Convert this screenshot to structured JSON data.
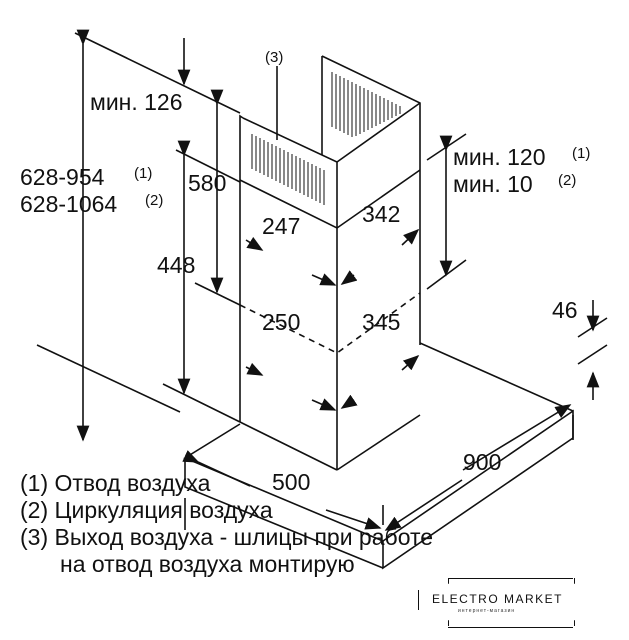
{
  "dimensions": {
    "total_height_1": "628-954",
    "total_height_2": "628-1064",
    "sup1": "(1)",
    "sup2": "(2)",
    "min_126": "мин. 126",
    "upper_580": "580",
    "lower_448": "448",
    "upper_width": "247",
    "upper_depth": "342",
    "lower_width": "250",
    "lower_depth": "345",
    "min_120": "мин. 120",
    "min_10": "мин. 10",
    "canopy_height": "46",
    "canopy_depth": "500",
    "canopy_width": "900",
    "callout_3": "(3)"
  },
  "legend": [
    "(1) Отвод воздуха",
    "(2) Циркуляция воздуха",
    "(3) Выход воздуха - шлицы при работе",
    "на отвод воздуха монтирую"
  ],
  "watermark": {
    "title": "ELECTRO MARKET",
    "subtitle": "интернет-магазин"
  }
}
